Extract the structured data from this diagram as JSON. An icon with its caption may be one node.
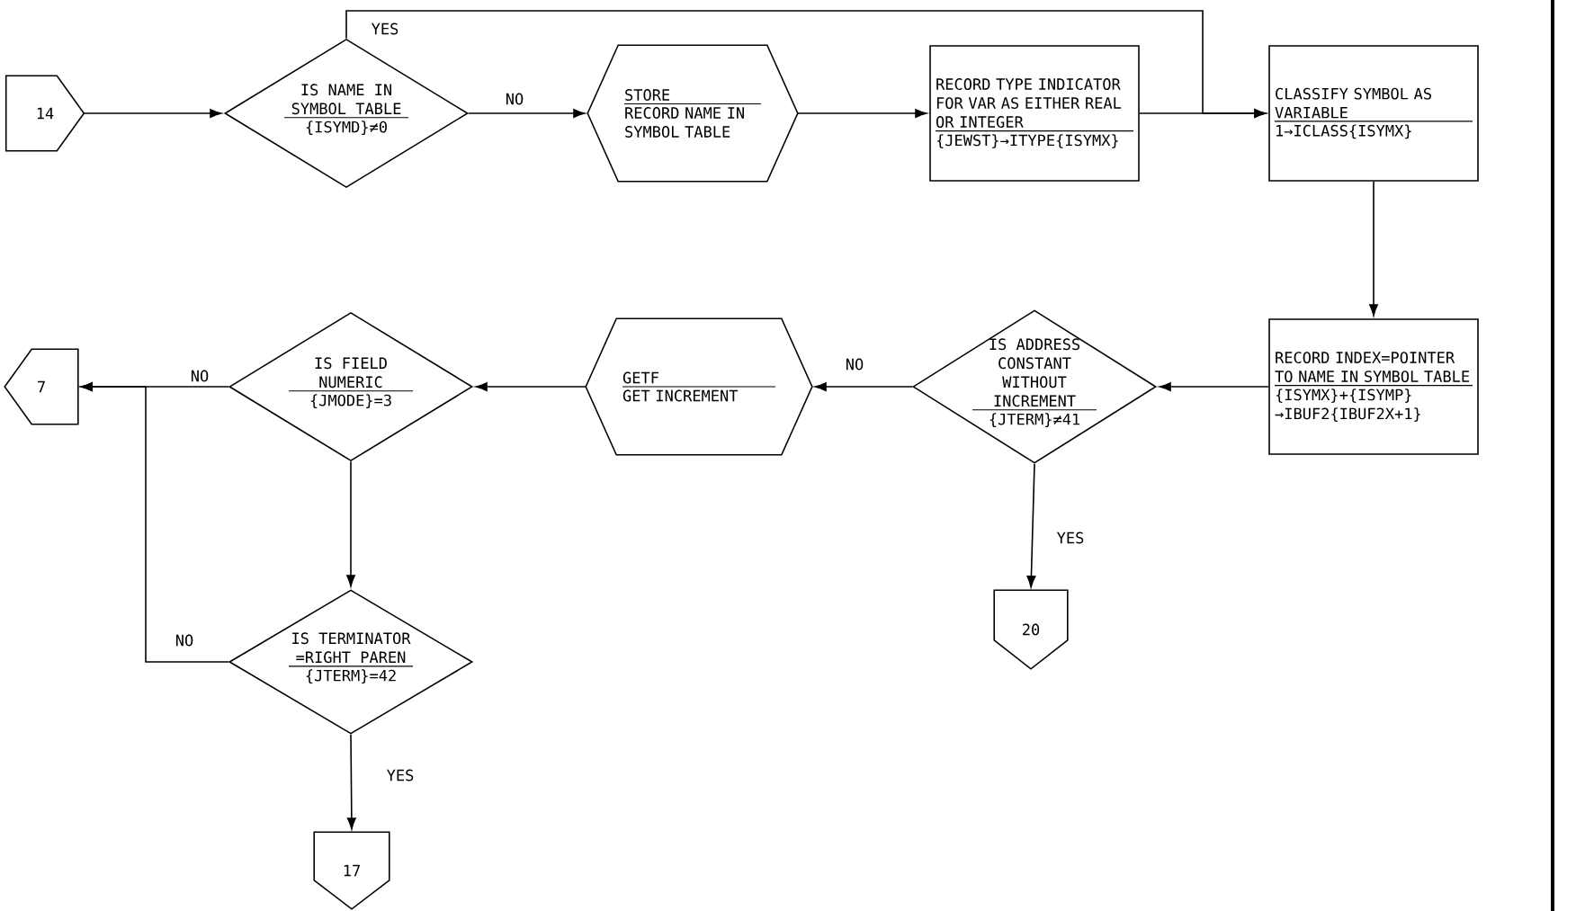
{
  "diagram": {
    "nodes": [
      {
        "text": [
          "14"
        ]
      },
      {
        "text": [
          "IS NAME IN SYMBOL TABLE",
          "{ISYMD}≠0"
        ]
      },
      {
        "text": [
          "STORE",
          "RECORD NAME IN SYMBOL TABLE"
        ]
      },
      {
        "text": [
          "RECORD TYPE INDICATOR FOR VAR AS EITHER REAL OR INTEGER",
          "{JEWST}→ITYPE{ISYMX}"
        ]
      },
      {
        "text": [
          "CLASSIFY SYMBOL AS VARIABLE",
          "1→ICLASS{ISYMX}"
        ]
      },
      {
        "text": [
          "RECORD INDEX=POINTER TO NAME IN SYMBOL TABLE",
          "{ISYMX}+{ISYMP}→IBUF2{IBUF2X+1}"
        ]
      },
      {
        "text": [
          "IS ADDRESS CONSTANT WITHOUT INCREMENT",
          "{JTERM}≠41"
        ]
      },
      {
        "text": [
          "GETF",
          "GET INCREMENT"
        ]
      },
      {
        "text": [
          "IS FIELD NUMERIC",
          "{JMODE}=3"
        ]
      },
      {
        "text": [
          "7"
        ]
      },
      {
        "text": [
          "20"
        ]
      },
      {
        "text": [
          "IS TERMINATOR =RIGHT PAREN",
          "{JTERM}=42"
        ]
      },
      {
        "text": [
          "17"
        ]
      }
    ],
    "edges": [
      {
        "from": 0,
        "to": 1,
        "arrow": "to"
      },
      {
        "from": 1,
        "to": 2,
        "arrow": "to",
        "label": "NO"
      },
      {
        "from": 1,
        "to": 4,
        "arrow": "to",
        "label": "YES"
      },
      {
        "from": 2,
        "to": 3,
        "arrow": "to"
      },
      {
        "from": 3,
        "to": 4,
        "arrow": "to"
      },
      {
        "from": 4,
        "to": 5,
        "arrow": "to"
      },
      {
        "from": 5,
        "to": 6,
        "arrow": "to"
      },
      {
        "from": 6,
        "to": 7,
        "arrow": "to",
        "label": "NO"
      },
      {
        "from": 6,
        "to": 10,
        "arrow": "to",
        "label": "YES"
      },
      {
        "from": 7,
        "to": 8,
        "arrow": "to"
      },
      {
        "from": 8,
        "to": 9,
        "arrow": "to",
        "label": "NO"
      },
      {
        "from": 8,
        "to": 11,
        "arrow": "to"
      },
      {
        "from": 11,
        "to": 9,
        "arrow": "to",
        "label": "NO"
      },
      {
        "from": 11,
        "to": 12,
        "arrow": "to",
        "label": "YES"
      }
    ]
  }
}
